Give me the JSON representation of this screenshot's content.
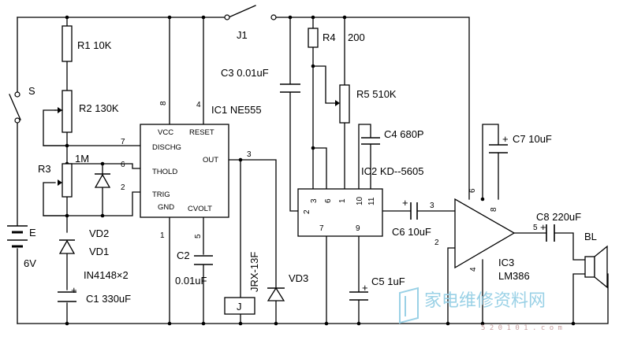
{
  "components": {
    "switch_s": "S",
    "battery_e": "E",
    "battery_v": "6V",
    "r1": "R1  10K",
    "r2": "R2  130K",
    "r3": "R3",
    "r3_val": "1M",
    "vd2": "VD2",
    "vd1": "VD1",
    "diodes": "IN4148×2",
    "c1": "C1  330uF",
    "c2": "C2",
    "c2_val": "0.01uF",
    "c3": "C3  0.01uF",
    "j1": "J1",
    "relay": "JRX-13F",
    "relay_coil": "J",
    "vd3": "VD3",
    "r4": "R4",
    "r4_val": "200",
    "r5": "R5  510K",
    "c4": "C4  680P",
    "ic2": "IC2  KD--5605",
    "c5": "C5  1uF",
    "c6": "C6 10uF",
    "c7": "C7  10uF",
    "c8": "C8   220uF",
    "bl": "BL",
    "ic3": "IC3",
    "ic3_model": "LM386",
    "ic1": "IC1  NE555"
  },
  "ic1_pins": {
    "vcc": "VCC",
    "reset": "RESET",
    "dischg": "DISCHG",
    "out": "OUT",
    "thold": "THOLD",
    "trig": "TRIG",
    "gnd": "GND",
    "cvolt": "CVOLT",
    "n8": "8",
    "n4": "4",
    "n7": "7",
    "n6": "6",
    "n2": "2",
    "n3": "3",
    "n1": "1",
    "n5": "5"
  },
  "ic2_pins": {
    "n2": "2",
    "n3": "3",
    "n6": "6",
    "n1": "1",
    "n10": "10",
    "n11": "11",
    "n7": "7",
    "n9": "9"
  },
  "ic3_pins": {
    "n3": "3",
    "n2": "2",
    "n6": "6",
    "n8": "8",
    "n5": "5",
    "n4": "4"
  },
  "polarity": {
    "c1_plus": "+",
    "c6_plus": "+",
    "c5_plus": "+",
    "c7_plus": "+",
    "c8_plus": "+"
  },
  "watermark": {
    "text": "家电维修资料网",
    "url": "5 2 0 1 0 1 . c o m"
  }
}
